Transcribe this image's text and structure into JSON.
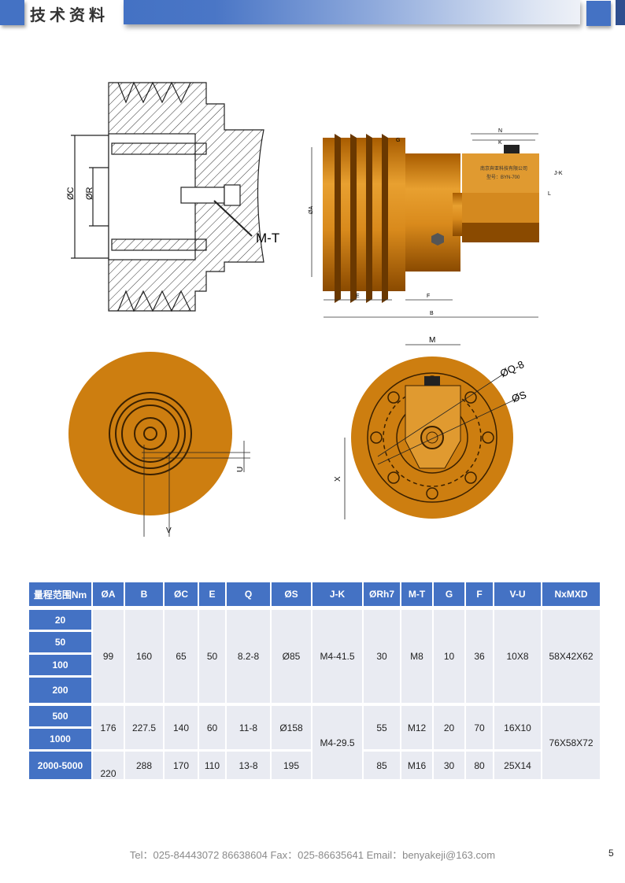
{
  "header": {
    "title": "技术资料"
  },
  "drawing": {
    "labels": {
      "phi_c": "ØC",
      "phi_r": "ØR",
      "mt": "M-T",
      "phi_a": "ØA",
      "n": "N",
      "k": "K",
      "g": "G",
      "jk": "J-K",
      "l": "L",
      "e": "E",
      "f": "F",
      "b": "B",
      "m": "M",
      "phi_q": "ØQ-8",
      "phi_s": "ØS",
      "u": "U",
      "v": "V",
      "x": "X"
    },
    "plate": {
      "company": "南京奔亚科技有限公司",
      "model": "型号：BYN-700"
    }
  },
  "table": {
    "headers": [
      "量程范围Nm",
      "ØA",
      "B",
      "ØC",
      "E",
      "Q",
      "ØS",
      "J-K",
      "ØRh7",
      "M-T",
      "G",
      "F",
      "V-U",
      "NxMXD"
    ],
    "ranges": [
      "20",
      "50",
      "100",
      "200",
      "500",
      "1000",
      "2000-5000"
    ],
    "group1": [
      "99",
      "160",
      "65",
      "50",
      "8.2-8",
      "Ø85",
      "M4-41.5",
      "30",
      "M8",
      "10",
      "36",
      "10X8",
      "58X42X62"
    ],
    "group2": [
      "176",
      "227.5",
      "140",
      "60",
      "11-8",
      "Ø158",
      "55",
      "M12",
      "20",
      "70",
      "16X10"
    ],
    "group3": [
      "220",
      "288",
      "170",
      "110",
      "13-8",
      "195",
      "85",
      "M16",
      "30",
      "80",
      "25X14"
    ],
    "jk_shared": "M4-29.5",
    "nmd_shared": "76X58X72"
  },
  "footer": {
    "contact": "Tel：025-84443072   86638604   Fax：025-86635641   Email：benyakeji@163.com",
    "page": "5"
  }
}
